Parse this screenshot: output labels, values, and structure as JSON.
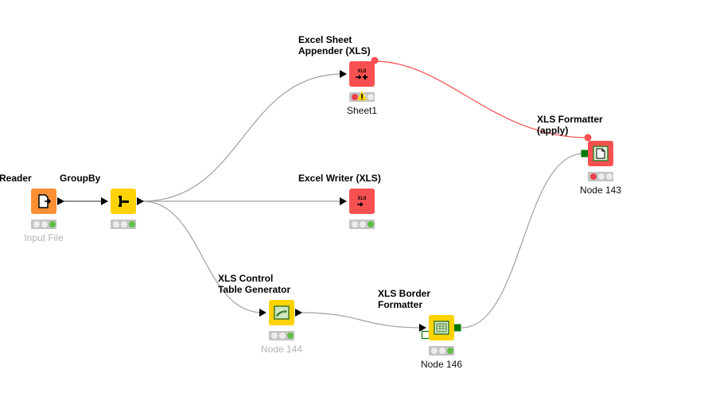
{
  "colors": {
    "reader": "#fa8f34",
    "manipulator": "#ffd200",
    "sink": "#f85050",
    "connection": "#a0a0a0",
    "connection_active": "#f85050",
    "port_flow": "#007a00",
    "light_off": "#ececec",
    "light_red": "#e8404a",
    "light_green": "#5fbf45",
    "warning": "#ffd200"
  },
  "nodes": [
    {
      "id": "file-reader",
      "title": "File Reader",
      "label": "Input File",
      "label_style": "grey",
      "type": "reader",
      "icon": "file-export-icon",
      "status": "executed"
    },
    {
      "id": "groupby",
      "title": "GroupBy",
      "label": "",
      "label_style": "grey",
      "type": "manipulator",
      "icon": "groupby-icon",
      "status": "executed"
    },
    {
      "id": "excel-sheet-appender",
      "title": "Excel Sheet\nAppender (XLS)",
      "label": "Sheet1",
      "label_style": "dark",
      "type": "sink",
      "icon": "xls-append-icon",
      "icon_text": "XLS",
      "status": "warning"
    },
    {
      "id": "excel-writer",
      "title": "Excel Writer (XLS)",
      "label": "",
      "label_style": "grey",
      "type": "sink",
      "icon": "xls-write-icon",
      "icon_text": "XLS",
      "status": "executed"
    },
    {
      "id": "xls-control-table-generator",
      "title": "XLS Control\nTable Generator",
      "label": "Node 144",
      "label_style": "grey",
      "type": "manipulator",
      "icon": "table-generator-icon",
      "status": "executed"
    },
    {
      "id": "xls-border-formatter",
      "title": "XLS Border\nFormatter",
      "label": "Node 146",
      "label_style": "dark",
      "type": "manipulator",
      "icon": "border-formatter-icon",
      "status": "executed"
    },
    {
      "id": "xls-formatter-apply",
      "title": "XLS Formatter\n(apply)",
      "label": "Node 143",
      "label_style": "dark",
      "type": "sink",
      "icon": "formatter-apply-icon",
      "status": "configured"
    }
  ],
  "connections": [
    {
      "from": "file-reader",
      "to": "groupby",
      "kind": "data"
    },
    {
      "from": "groupby",
      "to": "excel-sheet-appender",
      "kind": "data"
    },
    {
      "from": "groupby",
      "to": "excel-writer",
      "kind": "data"
    },
    {
      "from": "groupby",
      "to": "xls-control-table-generator",
      "kind": "data"
    },
    {
      "from": "xls-control-table-generator",
      "to": "xls-border-formatter",
      "kind": "data"
    },
    {
      "from": "xls-border-formatter",
      "to": "xls-formatter-apply",
      "kind": "flow"
    },
    {
      "from": "excel-sheet-appender",
      "to": "xls-formatter-apply",
      "kind": "variable-active"
    }
  ]
}
